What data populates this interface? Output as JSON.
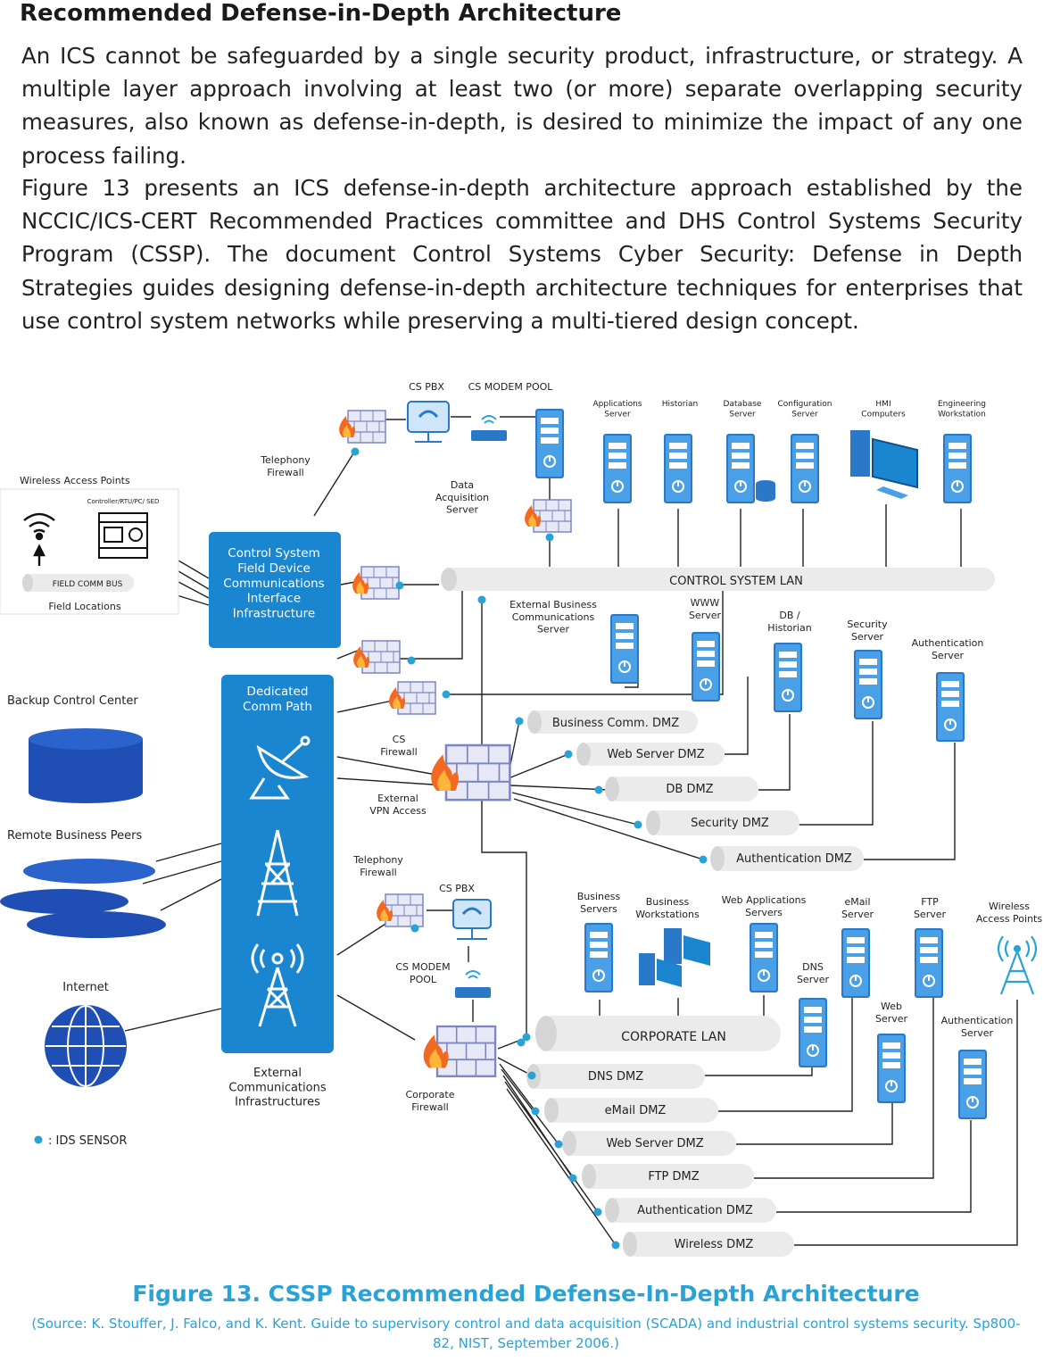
{
  "heading": "Recommended Defense-in-Depth Architecture",
  "paragraphs": [
    "An ICS cannot be safeguarded by a single security product, infrastructure, or strategy. A multiple layer approach involving at least two (or more) separate overlapping security measures, also known as defense-in-depth, is desired to minimize the impact of any one process failing.",
    "Figure 13 presents an ICS defense-in-depth architecture approach established by the NCCIC/ICS-CERT Recommended Practices committee and DHS Control Systems Security Program (CSSP). The document Control Systems Cyber Security: Defense in Depth Strategies guides designing defense-in-depth architecture techniques for enterprises that use control system networks while preserving a multi-tiered design concept."
  ],
  "diagram": {
    "colors": {
      "primary_blue": "#1a86d0",
      "dark_blue": "#1f4fb5",
      "ids_sensor": "#29a3d6",
      "lan_gray": "#ebebeb",
      "firewall_flame": "#f26a21"
    },
    "top": {
      "cs_pbx": "CS PBX",
      "cs_modem_pool": "CS MODEM POOL",
      "telephony_firewall": "Telephony\nFirewall",
      "data_acquisition_server": "Data\nAcquisition\nServer",
      "applications_server": "Applications\nServer",
      "historian": "Historian",
      "database_server": "Database\nServer",
      "configuration_server": "Configuration\nServer",
      "hmi_computers": "HMI\nComputers",
      "engineering_workstation": "Engineering\nWorkstation",
      "control_system_lan": "CONTROL SYSTEM LAN"
    },
    "field": {
      "wireless_access_points": "Wireless Access Points",
      "controller": "Controller/RTU/PC/ SED",
      "field_comm_bus": "FIELD COMM BUS",
      "field_locations": "Field Locations"
    },
    "csfdci": "Control System\nField Device\nCommunications\nInterface\nInfrastructure",
    "left": {
      "backup_control_center": "Backup Control Center",
      "remote_business_peers": "Remote Business Peers",
      "internet": "Internet",
      "ids_legend": ": IDS SENSOR"
    },
    "comm_path": {
      "title": "Dedicated\nComm Path",
      "footer": "External\nCommunications\nInfrastructures"
    },
    "middle": {
      "cs_firewall": "CS\nFirewall",
      "external_vpn_access": "External\nVPN Access",
      "external_business_comm_server": "External Business\nCommunications\nServer",
      "www_server": "WWW\nServer",
      "db_historian": "DB /\nHistorian",
      "security_server": "Security\nServer",
      "authentication_server": "Authentication\nServer",
      "dmz": [
        "Business Comm. DMZ",
        "Web Server DMZ",
        "DB DMZ",
        "Security DMZ",
        "Authentication DMZ"
      ]
    },
    "bottom": {
      "telephony_firewall": "Telephony\nFirewall",
      "cs_pbx": "CS PBX",
      "cs_modem_pool": "CS MODEM\nPOOL",
      "corporate_firewall": "Corporate\nFirewall",
      "business_servers": "Business\nServers",
      "business_workstations": "Business\nWorkstations",
      "web_applications_servers": "Web Applications\nServers",
      "email_server": "eMail\nServer",
      "ftp_server": "FTP\nServer",
      "wireless_access_points": "Wireless\nAccess Points",
      "dns_server": "DNS\nServer",
      "web_server": "Web\nServer",
      "authentication_server": "Authentication\nServer",
      "corporate_lan": "CORPORATE LAN",
      "dmz": [
        "DNS DMZ",
        "eMail DMZ",
        "Web Server DMZ",
        "FTP DMZ",
        "Authentication DMZ",
        "Wireless DMZ"
      ]
    }
  },
  "caption": {
    "title": "Figure 13. CSSP Recommended Defense-In-Depth Architecture",
    "source": "(Source: K. Stouffer, J. Falco, and K. Kent. Guide to supervisory control and data acquisition (SCADA) and industrial control systems security. Sp800-82, NIST, September 2006.)"
  }
}
